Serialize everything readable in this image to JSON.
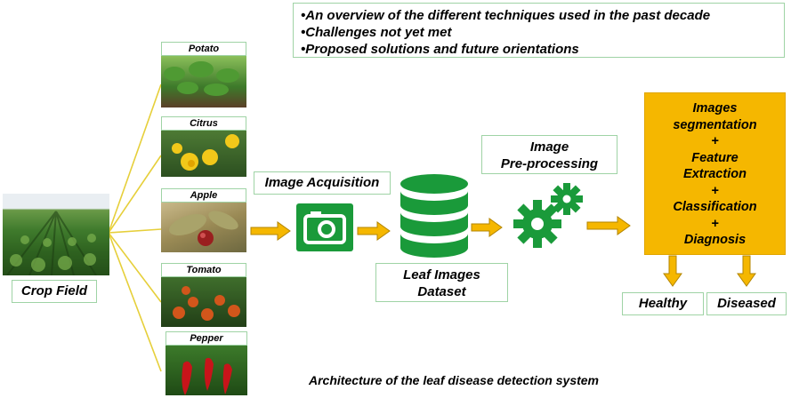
{
  "overview": {
    "lines": [
      "•An overview of the different techniques used in the past decade",
      "•Challenges not yet met",
      "•Proposed solutions and future orientations"
    ]
  },
  "crop_field": {
    "label": "Crop Field"
  },
  "crops": [
    {
      "label": "Potato"
    },
    {
      "label": "Citrus"
    },
    {
      "label": "Apple"
    },
    {
      "label": "Tomato"
    },
    {
      "label": "Pepper"
    }
  ],
  "acquisition": {
    "label": "Image Acquisition"
  },
  "dataset": {
    "label_line1": "Leaf Images",
    "label_line2": "Dataset"
  },
  "preprocessing": {
    "label_line1": "Image",
    "label_line2": "Pre-processing"
  },
  "process": {
    "lines": [
      "Images",
      "segmentation",
      "+",
      "Feature",
      "Extraction",
      "+",
      "Classification",
      "+",
      "Diagnosis"
    ]
  },
  "outcomes": {
    "healthy": "Healthy",
    "diseased": "Diseased"
  },
  "caption": "Architecture of the leaf disease detection system",
  "colors": {
    "accent_yellow": "#f5b700",
    "green": "#1a9a3a",
    "border_green": "#9fd3a5",
    "line_yellow": "#e6cf3a"
  }
}
